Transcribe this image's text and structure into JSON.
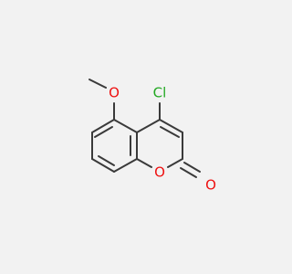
{
  "molecule": {
    "atoms": {
      "cl": {
        "symbol": "Cl",
        "color": "#22a822"
      },
      "o_methoxy": {
        "symbol": "O",
        "color": "#ee1111"
      },
      "o_ring": {
        "symbol": "O",
        "color": "#ee1111"
      },
      "o_carbonyl": {
        "symbol": "O",
        "color": "#ee1111"
      }
    }
  }
}
